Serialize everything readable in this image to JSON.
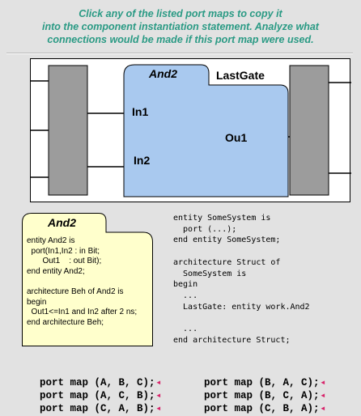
{
  "instructions": [
    "Click any of the listed port maps to copy it",
    "into the component instantiation statement. Analyze what",
    "connections would be made if this port map were used."
  ],
  "diagram": {
    "component_name": "And2",
    "instance_name": "LastGate",
    "in1_label": "In1",
    "in2_label": "In2",
    "out1_label": "Ou1",
    "block_color": "#a9c9ef",
    "side_block_color": "#9c9c9c"
  },
  "entity_card": {
    "title": "And2",
    "lines": [
      "entity And2 is",
      "  port(In1,In2 : in Bit;",
      "       Out1    : out Bit);",
      "end entity And2;",
      "",
      "architecture Beh of And2 is",
      "begin",
      "  Out1<=In1 and In2 after 2 ns;",
      "end architecture Beh;"
    ],
    "background": "#ffffcc"
  },
  "system_code": [
    "entity SomeSystem is",
    "  port (...);",
    "end entity SomeSystem;",
    "",
    "architecture Struct of",
    "  SomeSystem is",
    "begin",
    "  ...",
    "  LastGate: entity work.And2",
    "",
    "  ...",
    "end architecture Struct;"
  ],
  "port_maps": {
    "left": [
      "port map (A, B, C);",
      "port map (A, C, B);",
      "port map (C, A, B);"
    ],
    "right": [
      "port map (B, A, C);",
      "port map (B, C, A);",
      "port map (C, B, A);"
    ],
    "arrow_glyph": "◄",
    "arrow_color": "#d8236a"
  }
}
